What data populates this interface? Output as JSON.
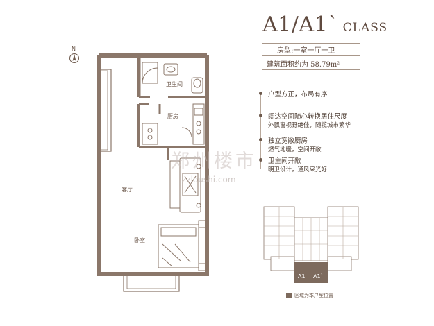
{
  "header": {
    "title_main": "A1/A1`",
    "title_suffix": "CLASS",
    "unit_type_label": "房型:一室一厅一卫",
    "area_label": "建筑面积约为 58.79m²"
  },
  "features": [
    {
      "title": "户型方正，布局有序",
      "subtitle": ""
    },
    {
      "title": "阔达空间随心转换居住尺度",
      "subtitle": "外飘窗视野绝佳，随揽城市繁华"
    },
    {
      "title": "独立宽敞厨房",
      "subtitle": "燃气地暖，空间开敞"
    },
    {
      "title": "卫主间开敞",
      "subtitle": "明卫设计，通风采光好"
    }
  ],
  "rooms": {
    "bathroom": "卫生间",
    "kitchen": "厨房",
    "living": "客厅",
    "bedroom": "卧室"
  },
  "compass": {
    "label": "N"
  },
  "keyplan": {
    "unit_a1": "A1",
    "unit_a1_prime": "A1`",
    "legend": "区域为本户型位置"
  },
  "watermark": {
    "text": "郑州楼市",
    "url": "zzloushi.com"
  },
  "colors": {
    "wall": "#8b776a",
    "accent": "#6e5a4d",
    "highlight": "#7d6a5d"
  }
}
